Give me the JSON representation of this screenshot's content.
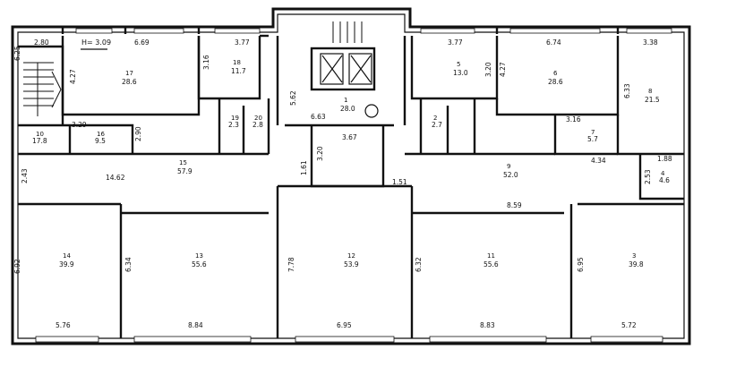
{
  "plan": {
    "height_note": "H= 3.09",
    "dimensions": {
      "top": [
        "2.80",
        "6.69",
        "3.77",
        "3.77",
        "6.74",
        "3.38"
      ],
      "left_stair_width": "6.25",
      "r17_depth": "4.27",
      "r18_depth": "3.16",
      "core_depth": "5.62",
      "corridor_left_len": "14.62",
      "r10_depth": "2.43",
      "r16_w": "3.29",
      "r16_d": "2.90",
      "lobby_w": "6.63",
      "small_r_w": "3.67",
      "small_r_h": "3.20",
      "hall_left": "1.61",
      "hall_right": "1.51",
      "r5_depth": "3.20",
      "r6_depth": "4.27",
      "r8_depth": "6.33",
      "r7_w": "3.16",
      "corridor_right_w": "4.34",
      "r4_w": "1.88",
      "r4_h": "2.53",
      "corridor_right_len": "8.59",
      "r14_depth": "6.92",
      "r13_depth": "6.34",
      "r12_depth": "7.78",
      "r11_depth": "6.32",
      "r3_depth": "6.95",
      "bottom": [
        "5.76",
        "8.84",
        "6.95",
        "8.83",
        "5.72"
      ]
    },
    "rooms": [
      {
        "id": "17",
        "area": "28.6"
      },
      {
        "id": "18",
        "area": "11.7"
      },
      {
        "id": "16",
        "area": "9.5"
      },
      {
        "id": "10",
        "area": "17.8"
      },
      {
        "id": "19",
        "area": "2.3"
      },
      {
        "id": "20",
        "area": "2.8"
      },
      {
        "id": "15",
        "area": "57.9"
      },
      {
        "id": "1",
        "area": "28.0"
      },
      {
        "id": "2",
        "area": "2.7"
      },
      {
        "id": "5",
        "area": "13.0"
      },
      {
        "id": "6",
        "area": "28.6"
      },
      {
        "id": "8",
        "area": "21.5"
      },
      {
        "id": "7",
        "area": "5.7"
      },
      {
        "id": "9",
        "area": "52.0"
      },
      {
        "id": "4",
        "area": "4.6"
      },
      {
        "id": "14",
        "area": "39.9"
      },
      {
        "id": "13",
        "area": "55.6"
      },
      {
        "id": "12",
        "area": "53.9"
      },
      {
        "id": "11",
        "area": "55.6"
      },
      {
        "id": "3",
        "area": "39.8"
      }
    ]
  }
}
